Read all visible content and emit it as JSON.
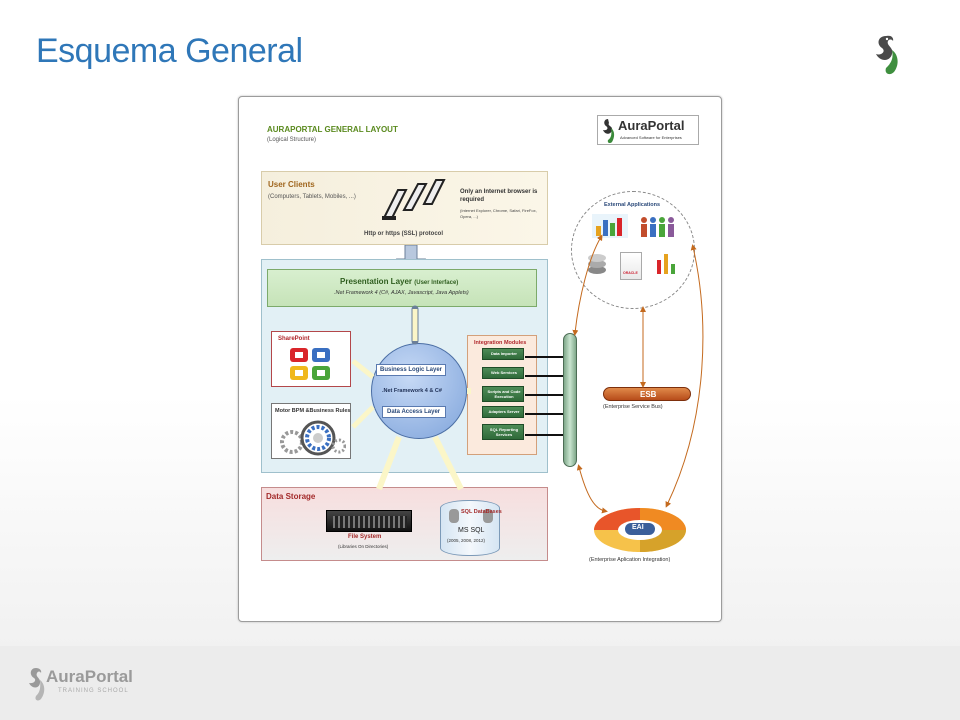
{
  "slide": {
    "title": "Esquema General"
  },
  "footer": {
    "logo_name": "AuraPortal",
    "logo_sub": "TRAINING SCHOOL"
  },
  "diagram": {
    "title": "AURAPORTAL GENERAL LAYOUT",
    "subtitle": "(Logical Structure)",
    "brand": {
      "name": "AuraPortal",
      "tagline": "Advanced Software for Enterprises"
    },
    "user_clients": {
      "title": "User Clients",
      "subtitle": "(Computers, Tablets, Mobiles, ...)",
      "note_bold": "Only an Internet browser is required",
      "note_small": "(Internet Explorer, Chrome, Safari, FireFox, Opera, ...)",
      "protocol": "Http or https (SSL) protocol"
    },
    "presentation": {
      "title": "Presentation Layer",
      "title_paren": "(User Interface)",
      "tech": ".Net Framework 4 (C#, AJAX, Javascript, Java Applets)"
    },
    "sharepoint": {
      "title": "SharePoint"
    },
    "bpm": {
      "title": "Motor BPM &Business Rules"
    },
    "core": {
      "business_logic": "Business Logic Layer",
      "framework": ".Net Framework 4 & C#",
      "data_access": "Data Access Layer"
    },
    "integration": {
      "title": "Integration Modules",
      "modules": [
        "Data Importer",
        "Web Services",
        "Scripts and Code Execution",
        "Adapters Server",
        "SQL Reporting Services"
      ]
    },
    "external": {
      "title": "External Applications",
      "oracle_label": "ORACLE"
    },
    "esb": {
      "label": "ESB",
      "caption": "(Enterprise Service Bus)"
    },
    "eai": {
      "label": "EAI",
      "caption": "(Enterprise Aplication Integration)"
    },
    "storage": {
      "title": "Data Storage",
      "fs_title": "File System",
      "fs_sub": "(Libraries On Directories)",
      "sql_title": "SQL DataBases",
      "sql_name": "MS SQL",
      "sql_versions": "(2005, 2008, 2012)"
    }
  }
}
